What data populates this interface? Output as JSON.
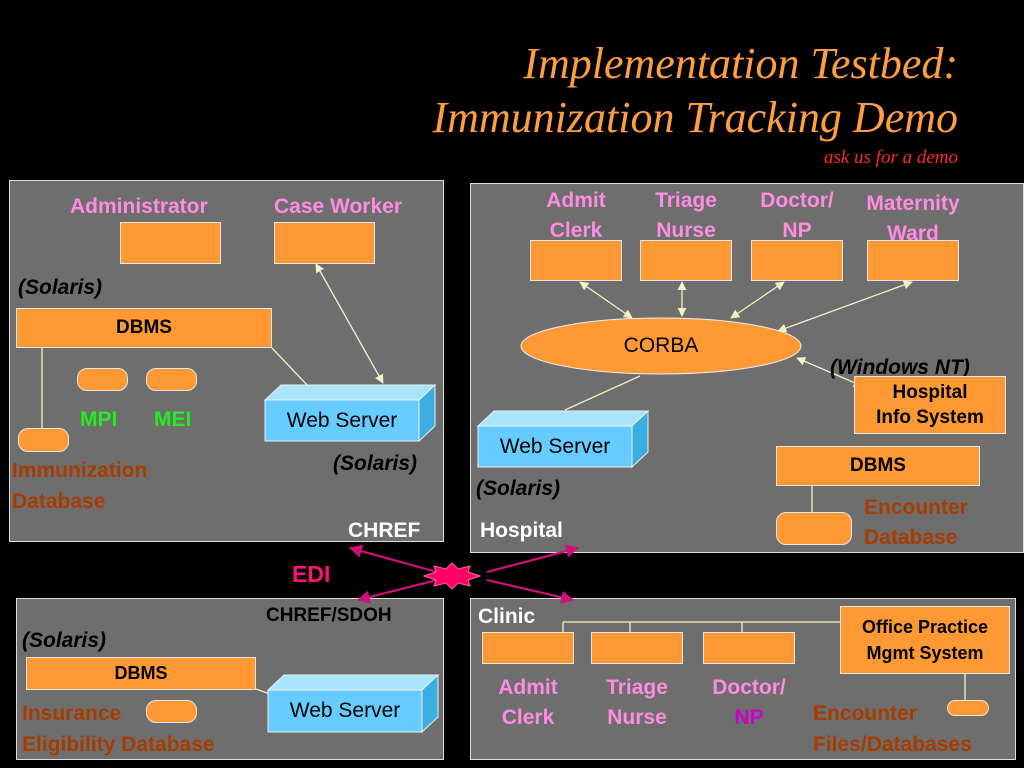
{
  "title_line1": "Implementation Testbed:",
  "title_line2": "Immunization Tracking Demo",
  "subtitle": "ask us for a demo",
  "chref": {
    "administrator": "Administrator",
    "case_worker": "Case Worker",
    "solaris_1": "(Solaris)",
    "dbms": "DBMS",
    "mpi": "MPI",
    "mei": "MEI",
    "web_server": "Web Server",
    "solaris_2": "(Solaris)",
    "immunization_db_1": "Immunization",
    "immunization_db_2": "Database",
    "panel_label": "CHREF"
  },
  "hospital": {
    "admit_clerk_1": "Admit",
    "admit_clerk_2": "Clerk",
    "triage_nurse_1": "Triage",
    "triage_nurse_2": "Nurse",
    "doctor_1": "Doctor/",
    "doctor_2": "NP",
    "maternity_1": "Maternity",
    "maternity_2": "Ward",
    "corba": "CORBA",
    "windows_nt": "(Windows NT)",
    "his_1": "Hospital",
    "his_2": "Info System",
    "web_server": "Web Server",
    "solaris": "(Solaris)",
    "dbms": "DBMS",
    "encounter_db_1": "Encounter",
    "encounter_db_2": "Database",
    "panel_label": "Hospital"
  },
  "edi": "EDI",
  "sdoh": {
    "panel_label": "CHREF/SDOH",
    "solaris": "(Solaris)",
    "dbms": "DBMS",
    "web_server": "Web Server",
    "insurance_1": "Insurance",
    "insurance_2": "Eligibility Database"
  },
  "clinic": {
    "panel_label": "Clinic",
    "ops_1": "Office Practice",
    "ops_2": "Mgmt System",
    "admit_clerk_1": "Admit",
    "admit_clerk_2": "Clerk",
    "triage_nurse_1": "Triage",
    "triage_nurse_2": "Nurse",
    "doctor_1": "Doctor/",
    "doctor_2": "NP",
    "encounter_1": "Encounter",
    "encounter_2": "Files/Databases"
  },
  "colors": {
    "background": "#000000",
    "panel": "#6e6e6e",
    "orange": "#ff9933",
    "title": "#ff9e40",
    "pink_label": "#ff8ce0",
    "green_label": "#22ee22",
    "brown_label": "#a63c00",
    "web_server": "#66ccff",
    "edi_link": "#cc1177"
  }
}
